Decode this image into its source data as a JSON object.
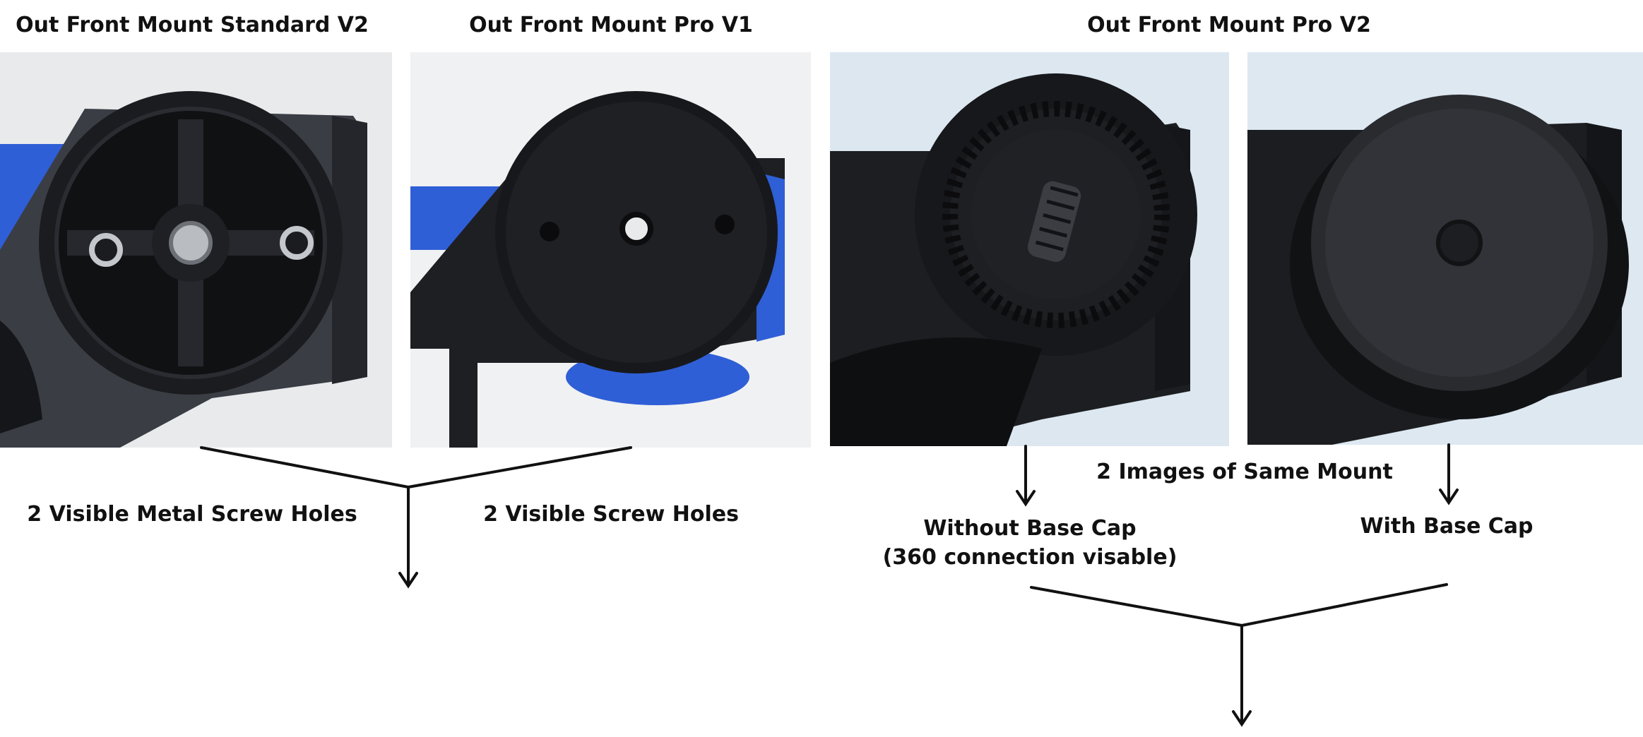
{
  "titles": {
    "standard_v2": "Out Front Mount Standard V2",
    "pro_v1": "Out Front Mount Pro V1",
    "pro_v2": "Out Front Mount Pro V2"
  },
  "labels": {
    "metal_screw_holes": "2 Visible Metal Screw Holes",
    "screw_holes": "2 Visible Screw Holes",
    "same_mount": "2 Images of Same Mount",
    "without_cap_line1": "Without  Base Cap",
    "without_cap_line2": "(360 connection visable)",
    "with_cap": "With Base Cap"
  },
  "photo_subjects": [
    "standard-v2-mount-photo",
    "pro-v1-mount-photo",
    "pro-v2-without-cap-photo",
    "pro-v2-with-cap-photo"
  ],
  "colors": {
    "mount_black": "#1c1d20",
    "strap_blue": "#2f5fd6",
    "wall_light": "#e9ecef",
    "wall_blue": "#dbe7f1",
    "arrow": "#111111"
  }
}
